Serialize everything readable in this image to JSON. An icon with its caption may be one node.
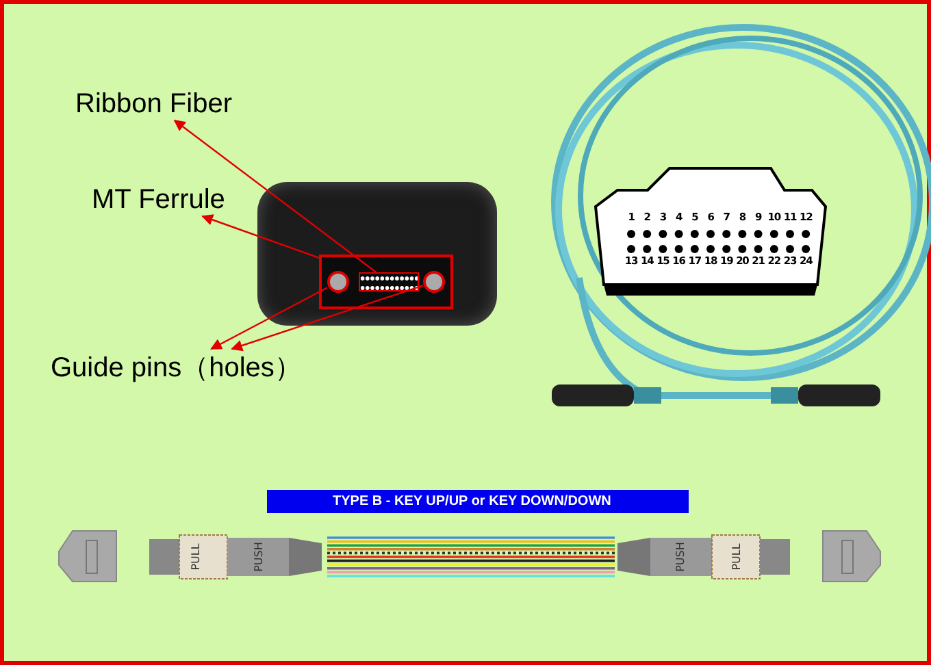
{
  "diagram": {
    "nodes": [
      {
        "text": [
          "Ribbon Fiber"
        ]
      },
      {
        "text": [
          "MT Ferrule"
        ]
      },
      {
        "text": [
          "Guide pins（holes）"
        ]
      },
      {
        "text": [],
        "shape": "picture"
      },
      {
        "text": [],
        "shape": "box",
        "in": 3
      },
      {
        "text": [],
        "shape": "bar",
        "in": 4
      },
      {
        "text": [],
        "shape": "circle",
        "in": 4
      },
      {
        "text": [],
        "shape": "circle",
        "in": 4
      }
    ],
    "edges": [
      {
        "from": 5,
        "to": 0,
        "arrow": "to"
      },
      {
        "from": 4,
        "to": 1,
        "arrow": "to"
      },
      {
        "from": 6,
        "to": 2,
        "arrow": "to"
      },
      {
        "from": 7,
        "to": 2,
        "arrow": "to"
      }
    ],
    "labels": [
      "1",
      "2",
      "3",
      "4",
      "5",
      "6",
      "7",
      "8",
      "9",
      "10",
      "11",
      "12",
      "13",
      "14",
      "15",
      "16",
      "17",
      "18",
      "19",
      "20",
      "21",
      "22",
      "23",
      "24",
      "TYPE B - KEY UP/UP or KEY DOWN/DOWN",
      "PULL",
      "PUSH",
      "PUSH",
      "PULL"
    ]
  }
}
